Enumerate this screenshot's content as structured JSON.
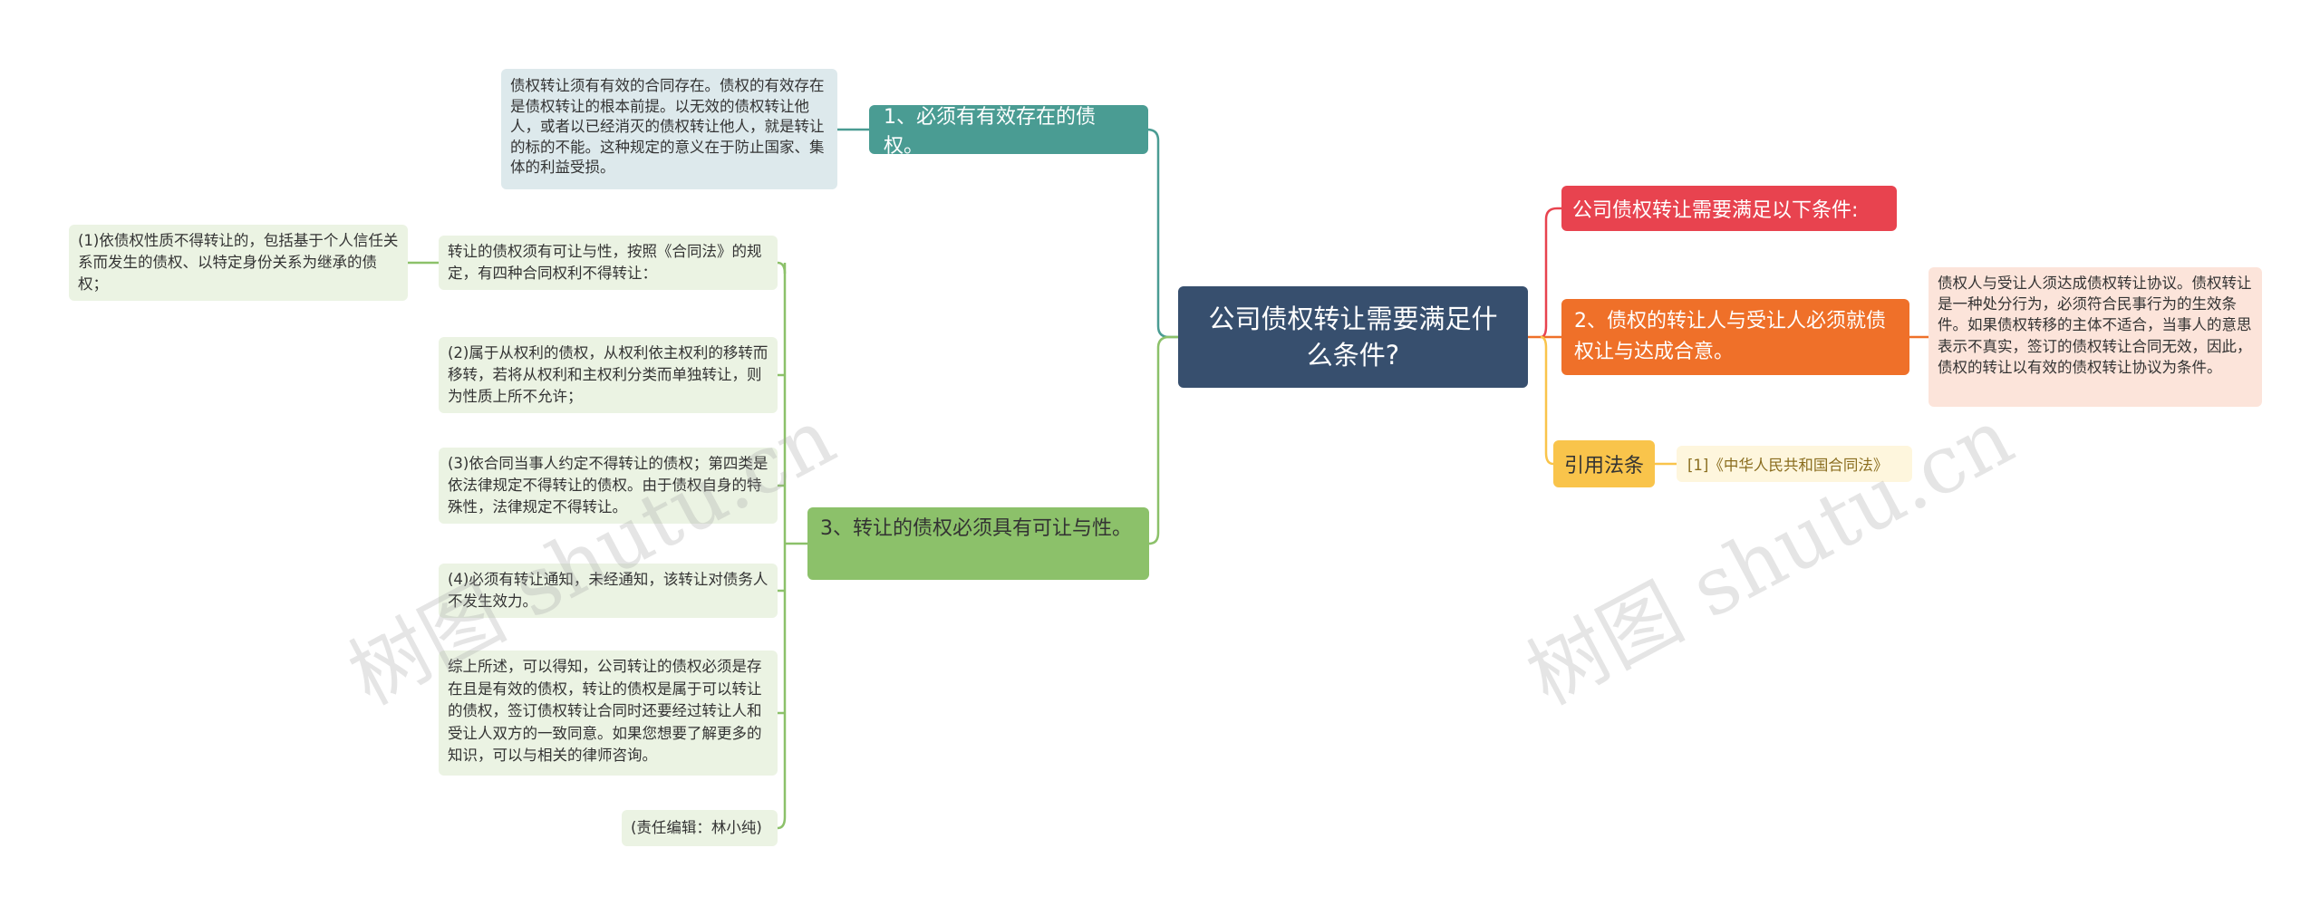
{
  "root": {
    "label": "公司债权转让需要满足什么条件?"
  },
  "left": {
    "branch1": {
      "label": "1、必须有有效存在的债权。",
      "color": "#4a9c93",
      "detail": "债权转让须有有效的合同存在。债权的有效存在是债权转让的根本前提。以无效的债权转让他人，或者以已经消灭的债权转让他人，就是转让的标的不能。这种规定的意义在于防止国家、集体的利益受损。"
    },
    "branch3": {
      "label": "3、转让的债权必须具有可让与性。",
      "color": "#8cc16a",
      "items": [
        "转让的债权须有可让与性，按照《合同法》的规定，有四种合同权利不得转让：",
        "(2)属于从权利的债权，从权利依主权利的移转而移转，若将从权利和主权利分类而单独转让，则为性质上所不允许；",
        "(3)依合同当事人约定不得转让的债权；第四类是依法律规定不得转让的债权。由于债权自身的特殊性，法律规定不得转让。",
        "(4)必须有转让通知，未经通知，该转让对债务人不发生效力。",
        "综上所述，可以得知，公司转让的债权必须是存在且是有效的债权，转让的债权是属于可以转让的债权，签订债权转让合同时还要经过转让人和受让人双方的一致同意。如果您想要了解更多的知识，可以与相关的律师咨询。",
        "(责任编辑：林小纯)"
      ],
      "sub_item": "(1)依债权性质不得转让的，包括基于个人信任关系而发生的债权、以特定身份关系为继承的债权；"
    }
  },
  "right": {
    "cond_header": {
      "label": "公司债权转让需要满足以下条件:",
      "color": "#e8434f"
    },
    "branch2": {
      "label": "2、债权的转让人与受让人必须就债权让与达成合意。",
      "color": "#ef7029",
      "detail": "债权人与受让人须达成债权转让协议。债权转让是一种处分行为，必须符合民事行为的生效条件。如果债权转移的主体不适合，当事人的意思表示不真实，签订的债权转让合同无效，因此，债权的转让以有效的债权转让协议为条件。"
    },
    "citation": {
      "label": "引用法条",
      "color": "#f9c44b",
      "item": "[1]《中华人民共和国合同法》"
    }
  },
  "watermark": "树图 shutu.cn"
}
